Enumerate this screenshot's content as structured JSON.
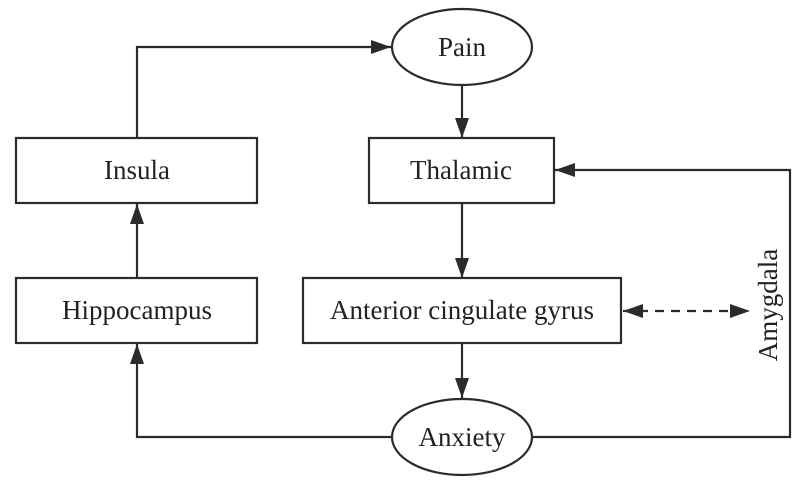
{
  "diagram": {
    "type": "flowchart",
    "nodes": {
      "pain": {
        "label": "Pain",
        "shape": "ellipse"
      },
      "insula": {
        "label": "Insula",
        "shape": "rectangle"
      },
      "thalamic": {
        "label": "Thalamic",
        "shape": "rectangle"
      },
      "hippocampus": {
        "label": "Hippocampus",
        "shape": "rectangle"
      },
      "acg": {
        "label": "Anterior cingulate gyrus",
        "shape": "rectangle"
      },
      "anxiety": {
        "label": "Anxiety",
        "shape": "ellipse"
      },
      "amygdala": {
        "label": "Amygdala",
        "shape": "text-vertical"
      }
    },
    "edges": [
      {
        "from": "Insula",
        "to": "Pain",
        "style": "solid"
      },
      {
        "from": "Pain",
        "to": "Thalamic",
        "style": "solid"
      },
      {
        "from": "Thalamic",
        "to": "Anterior cingulate gyrus",
        "style": "solid"
      },
      {
        "from": "Anterior cingulate gyrus",
        "to": "Anxiety",
        "style": "solid"
      },
      {
        "from": "Anxiety",
        "to": "Hippocampus",
        "style": "solid"
      },
      {
        "from": "Hippocampus",
        "to": "Insula",
        "style": "solid"
      },
      {
        "from": "Anxiety",
        "to": "Thalamic",
        "style": "solid",
        "via": "Amygdala"
      },
      {
        "from": "Anterior cingulate gyrus",
        "to": "Amygdala",
        "style": "dashed",
        "bidirectional": true
      }
    ],
    "colors": {
      "stroke": "#2b2b2b",
      "text": "#222222",
      "background": "#ffffff"
    }
  }
}
